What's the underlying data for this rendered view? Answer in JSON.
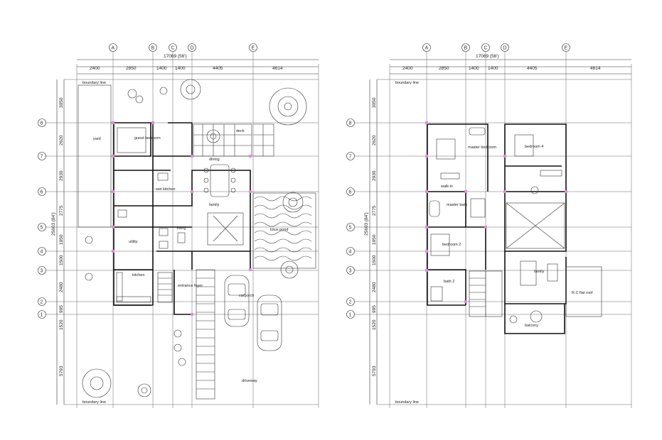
{
  "grid": {
    "columns": [
      "A",
      "B",
      "C",
      "D",
      "E"
    ],
    "rows": [
      "8",
      "7",
      "6",
      "5",
      "4",
      "3",
      "2",
      "1"
    ],
    "overall_width": "17069 (56')",
    "column_spans": [
      "2400",
      "2850",
      "1400",
      "1400",
      "4405",
      "4614"
    ],
    "row_spans": [
      "3050",
      "2620",
      "2930",
      "2775",
      "1950",
      "1500",
      "2480",
      "995",
      "1520",
      "5793"
    ],
    "overall_depth": "25603 (84')"
  },
  "ground_floor": {
    "labels": {
      "boundary_top": "boundary line",
      "boundary_bottom": "boundary line",
      "yard": "yard",
      "guest_bedroom": "guest bedroom",
      "dining": "dining",
      "deck": "deck",
      "wet_kitchen": "wet kitchen",
      "family": "family",
      "lotus_pond": "lotus pond",
      "living": "living",
      "utility": "utility",
      "kitchen": "kitchen",
      "entrance_foyer": "entrance foyer",
      "carporch": "carporch",
      "driveway": "driveway"
    }
  },
  "first_floor": {
    "labels": {
      "boundary_top": "boundary line",
      "boundary_bottom": "boundary line",
      "master_bedroom": "master bedroom",
      "bedroom_4": "bedroom 4",
      "walkin": "walk-in",
      "master_bath": "master bath",
      "bedroom_2": "bedroom 2",
      "bath_2": "bath 2",
      "family": "family",
      "rc_flat_roof": "R.C flat roof",
      "balcony": "balcony"
    }
  },
  "colors": {
    "line": "#111111",
    "marker": "#e58ad9",
    "background": "#ffffff"
  }
}
